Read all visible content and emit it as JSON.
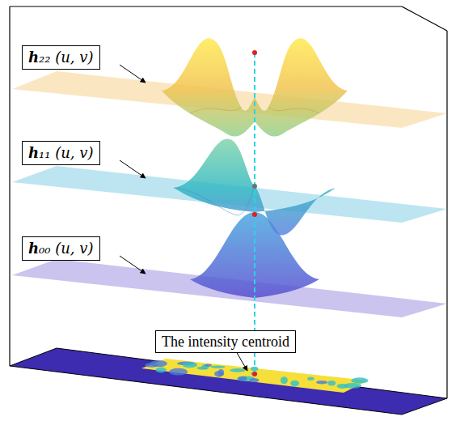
{
  "diagram": {
    "nodes": [
      {
        "text": [
          "h₂₂ (u, v)"
        ]
      },
      {
        "text": [
          "h₁₁ (u, v)"
        ]
      },
      {
        "text": [
          "h₀₀ (u, v)"
        ]
      },
      {
        "text": [
          "The intensity centroid"
        ]
      }
    ]
  }
}
